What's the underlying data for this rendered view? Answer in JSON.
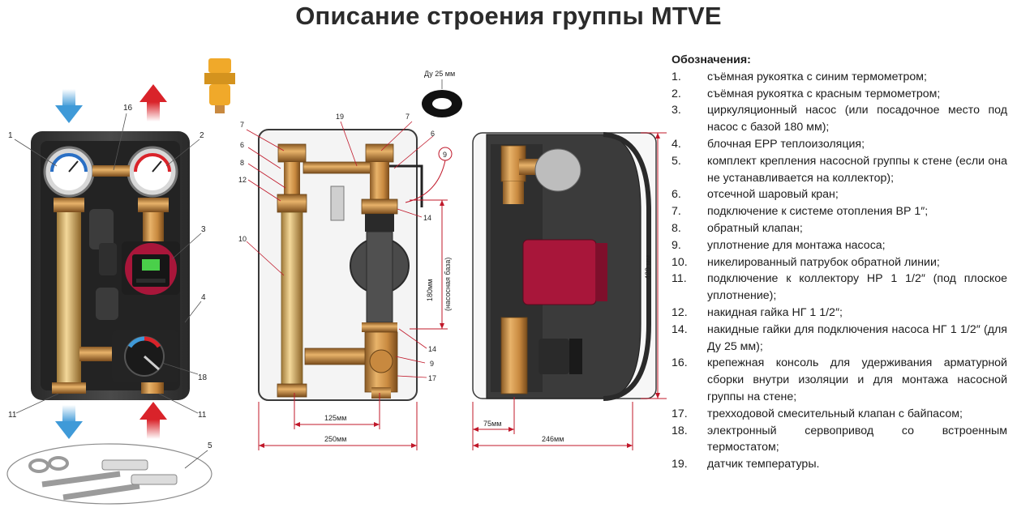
{
  "title": "Описание строения группы MTVE",
  "legend": {
    "heading": "Обозначения:",
    "items": [
      {
        "num": "1.",
        "text": "съёмная рукоятка с синим термометром;"
      },
      {
        "num": "2.",
        "text": "съёмная рукоятка с красным термометром;"
      },
      {
        "num": "3.",
        "text": "циркуляционный насос (или посадочное место под насос с базой 180 мм);"
      },
      {
        "num": "4.",
        "text": "блочная EPP теплоизоляция;"
      },
      {
        "num": "5.",
        "text": "комплект крепления насосной группы к стене (если она не устанавливается на коллектор);"
      },
      {
        "num": "6.",
        "text": "отсечной шаровый кран;"
      },
      {
        "num": "7.",
        "text": "подключение к системе отопления ВР 1″;"
      },
      {
        "num": "8.",
        "text": "обратный клапан;"
      },
      {
        "num": "9.",
        "text": "уплотнение для монтажа насоса;"
      },
      {
        "num": "10.",
        "text": "никелированный патрубок обратной линии;"
      },
      {
        "num": "11.",
        "text": "подключение к коллектору НР 1 1/2″ (под плоское уплотнение);"
      },
      {
        "num": "12.",
        "text": "накидная гайка НГ 1 1/2″;"
      },
      {
        "num": "14.",
        "text": "накидные гайки для подключения насоса НГ 1 1/2″ (для Ду 25 мм);"
      },
      {
        "num": "16.",
        "text": "крепежная консоль для удерживания арматурной сборки внутри изоляции и для монтажа насосной группы на стене;"
      },
      {
        "num": "17.",
        "text": "трехходовой смесительный клапан с байпасом;"
      },
      {
        "num": "18.",
        "text": "электронный сервопривод со встроенным термостатом;"
      },
      {
        "num": "19.",
        "text": "датчик температуры."
      }
    ]
  },
  "callouts": {
    "left": {
      "c1": "1",
      "c2": "2",
      "c16": "16",
      "c3": "3",
      "c4": "4",
      "c18": "18",
      "c11a": "11",
      "c11b": "11",
      "c5": "5"
    },
    "middle": {
      "c7a": "7",
      "c6a": "6",
      "c8": "8",
      "c12": "12",
      "c10": "10",
      "c19": "19",
      "c7b": "7",
      "c6b": "6",
      "c9a": "9",
      "c14a": "14",
      "c14b": "14",
      "c9b": "9",
      "c17": "17"
    },
    "seal": "Ду 25 мм"
  },
  "dimensions": {
    "pump_base": "180мм",
    "pump_base_note": "(насосная база)",
    "axis_dist": "125мм",
    "width_front": "250мм",
    "height": "420 мм",
    "offset_side": "75мм",
    "depth_side": "246мм"
  },
  "colors": {
    "dim_line": "#c0182a",
    "hot_arrow": "#d9232a",
    "cold_arrow": "#3f9ad8",
    "brass": "#c8893f",
    "insulation": "#3a3a3a"
  }
}
